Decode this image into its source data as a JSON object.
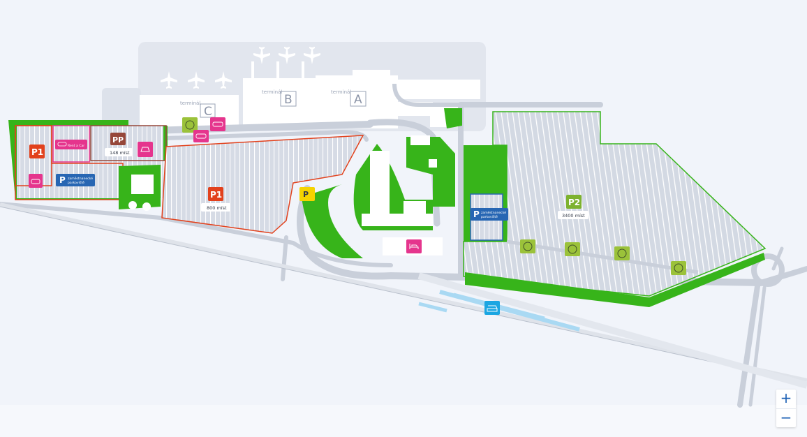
{
  "terminals": [
    {
      "word": "terminál",
      "letter": "C"
    },
    {
      "word": "terminál",
      "letter": "B"
    },
    {
      "word": "terminál",
      "letter": "A"
    }
  ],
  "parking": {
    "p1_west": {
      "label": "P1"
    },
    "rent_a_car": {
      "label": "Rent a Car"
    },
    "pp": {
      "label": "PP",
      "capacity": "148 míst"
    },
    "p1_main": {
      "label": "P1",
      "capacity": "800 míst"
    },
    "p2": {
      "label": "P2",
      "capacity": "3400 míst"
    },
    "disabled_west": {
      "label": "P",
      "text1": "zaměstnanecké",
      "text2": "parkoviště"
    },
    "disabled_east": {
      "label": "P",
      "text1": "zaměstnanecké",
      "text2": "parkoviště"
    },
    "kiss_ride": {
      "label": "P"
    }
  },
  "colors": {
    "background": "#f1f4fa",
    "road": "#c9cfda",
    "building": "#ffffff",
    "green": "#37b41a",
    "parking_red": "#e2411c",
    "pp_brown": "#96473a",
    "pink": "#e5358d",
    "blue": "#2766b3",
    "p2_green": "#7db22f",
    "shuttle_green": "#9bc23a",
    "rail_blue": "#a9d9f3",
    "train_blue": "#1ba6e2",
    "yellow": "#f5d300"
  },
  "controls": {
    "zoom_in": "+",
    "zoom_out": "−"
  }
}
